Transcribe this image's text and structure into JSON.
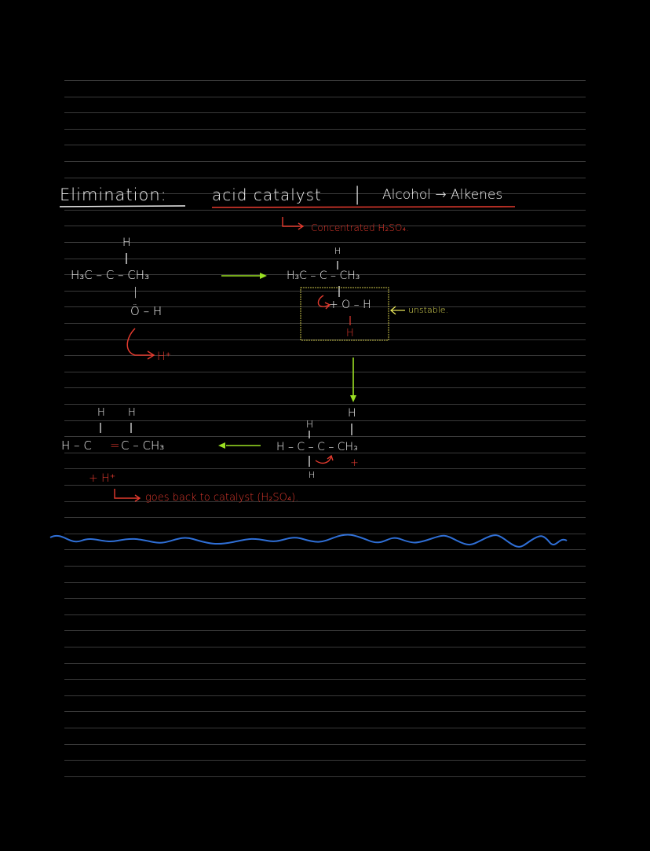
{
  "note": {
    "title": "Elimination:",
    "subtitle": "acid catalyst",
    "separator": "|",
    "topic": "Alcohol → Alkenes",
    "catalyst_note": "Concentrated H₂SO₄."
  },
  "step1": {
    "top_h": "H",
    "main": "H₃C – C – CH₃",
    "bond_o": "|",
    "oh": "Ö – H",
    "proton": "H⁺"
  },
  "step2": {
    "top_h": "H",
    "main": "H₃C – C – CH₃",
    "oxonium": "+ O – H",
    "bottom_h": "H",
    "unstable": "unstable."
  },
  "step3": {
    "top_h": "H",
    "left_h": "H",
    "main": "H – C – C – CH₃",
    "bottom_h": "H",
    "carbocation": "+"
  },
  "step4": {
    "top_h1": "H",
    "top_h2": "H",
    "main_left": "H – C",
    "double_bond": "=",
    "main_right": "C – CH₃",
    "released_proton": "+ H⁺",
    "return_note": "goes back to catalyst (H₂SO₄)."
  },
  "colors": {
    "ink_white": "#f2f2f2",
    "ink_red": "#e33a2e",
    "ink_green": "#9be023",
    "ink_yellow": "#e6e35a",
    "ink_blue": "#2f6fd6",
    "rule_line": "#3a3a3a",
    "background": "#000000"
  }
}
